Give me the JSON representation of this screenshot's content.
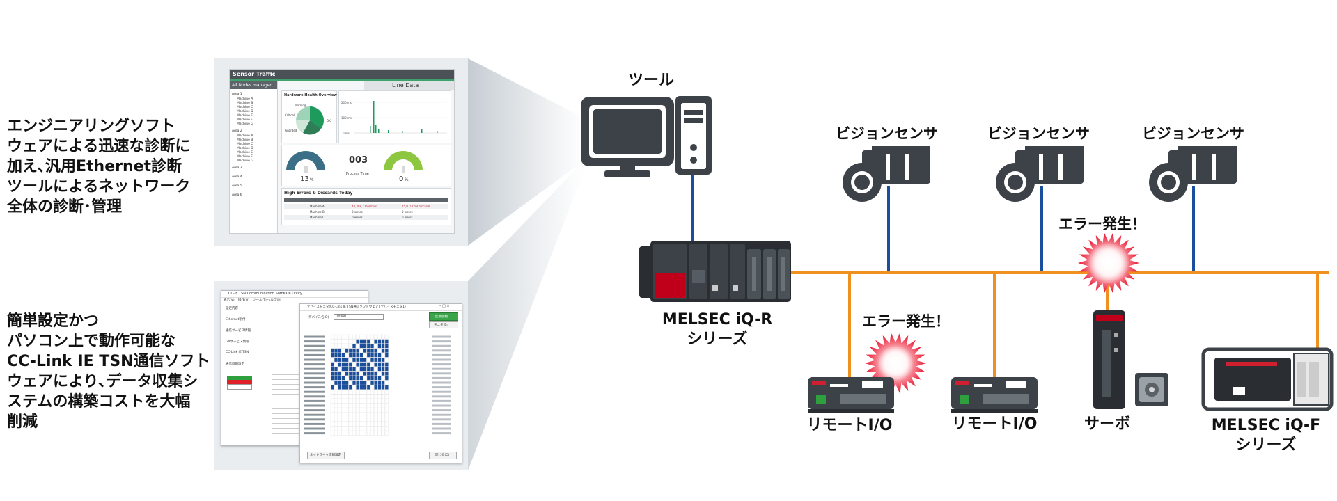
{
  "descriptions": {
    "top": "エンジニアリングソフト\nウェアによる迅速な診断に\n加え､汎用Ethernet診断\nツールによるネットワーク\n全体の診断･管理",
    "bottom": "簡単設定かつ\nパソコン上で動作可能な\nCC-Link IE TSN通信ソフト\nウェアにより､データ収集シ\nステムの構築コストを大幅\n削減"
  },
  "dashboard": {
    "title": "Sensor Traffic",
    "tab": "Line Data",
    "sidebar_header": "All Nodes managed",
    "areas": [
      "Area 1",
      "Area 2",
      "Area 3",
      "Area 4",
      "Area 5",
      "Area 6"
    ],
    "machines": [
      "Machine A",
      "Machine B",
      "Machine C",
      "Machine D",
      "Machine E",
      "Machine F",
      "Machine G"
    ],
    "health_title": "Hardware Health Overview",
    "pie_labels": [
      "Warning",
      "Critical",
      "Guarded",
      "OK"
    ],
    "bar_ticks": [
      "200 ms",
      "100 ms",
      "0 ms"
    ],
    "gauge_left": "13",
    "gauge_right": "0",
    "gauge_unit": "%",
    "process_value": "003",
    "process_label": "Process Time",
    "errors_title": "High Errors & Discards Today",
    "errors_rows": [
      {
        "machine": "Machine A",
        "errors": "44,308,776 errors",
        "discards": "75,071,059 discards"
      },
      {
        "machine": "Machine B",
        "errors": "0 errors",
        "discards": "0 errors"
      },
      {
        "machine": "Machine C",
        "errors": "0 errors",
        "discards": "0 errors"
      }
    ]
  },
  "utility": {
    "back_title": "CC-IE TSN Communication Software Utility",
    "front_title": "デバイスモニタ(CC-Link IE TSN通信ソフトウェア)(デバイスモニタ1)",
    "menu": [
      "表示(V)",
      "操作(O)",
      "ツール(T)",
      "ヘルプ(H)"
    ],
    "device_label": "デバイス名(D)",
    "device_value": "[W-00]",
    "start_button": "監視開始",
    "sub_button": "モニタ停止",
    "footer_left": "ネットワーク情報設定",
    "footer_right": "閉じる(C)",
    "side_items": [
      "設定内容",
      "Ethernet割付",
      "通信サービス情報",
      "GXサービス情報",
      "CC-Link IE TSN",
      "通信周期設定"
    ]
  },
  "nodes": {
    "tool": "ツール",
    "plc_r": "MELSEC iQ-R\nシリーズ",
    "vision1": "ビジョンセンサ",
    "vision2": "ビジョンセンサ",
    "vision3": "ビジョンセンサ",
    "error1": "エラー発生！",
    "error2": "エラー発生！",
    "remote1": "リモートI/O",
    "remote2": "リモートI/O",
    "servo": "サーボ",
    "plc_f": "MELSEC iQ-F\nシリーズ"
  },
  "colors": {
    "network_line": "#f0901e",
    "vertical_line": "#1a4fa0",
    "device_gray": "#3c4248",
    "accent_red": "#c0001a",
    "burst_red": "#e8102a"
  }
}
